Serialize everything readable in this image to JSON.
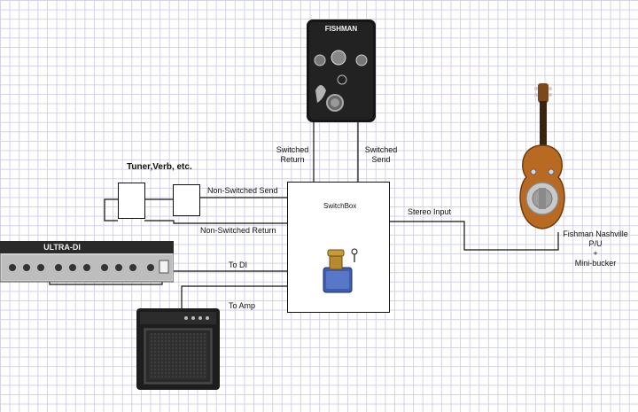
{
  "labels": {
    "effects_group": "Tuner,Verb, etc.",
    "non_switched_send": "Non-Switched Send",
    "non_switched_return": "Non-Switched Return",
    "to_di": "To DI",
    "to_amp": "To Amp",
    "switched_return_1": "Switched",
    "switched_return_2": "Return",
    "switched_send_1": "Switched",
    "switched_send_2": "Send",
    "stereo_input": "Stereo Input",
    "switchbox": "SwitchBox",
    "pickup_1": "Fishman Nashville",
    "pickup_2": "P/U",
    "pickup_3": "+",
    "pickup_4": "Mini-bucker"
  },
  "devices": {
    "preamp_brand": "FISHMAN",
    "di_brand": "ULTRA-DI"
  }
}
